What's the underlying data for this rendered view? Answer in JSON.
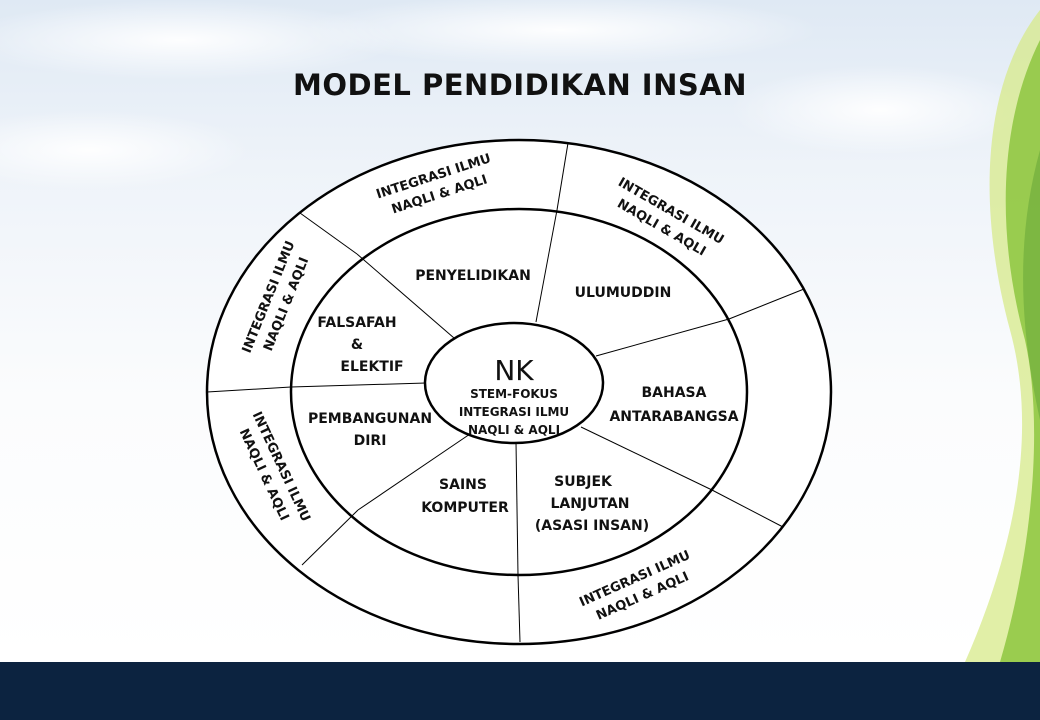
{
  "title": "MODEL PENDIDIKAN INSAN",
  "colors": {
    "footer": "#0c2340",
    "accent_green": "#8dc63f",
    "accent_light": "#d7e98a"
  },
  "center": {
    "main": "NK",
    "lines": [
      "STEM-FOKUS",
      "INTEGRASI ILMU",
      "NAQLI & AQLI"
    ]
  },
  "inner_ring": {
    "penyelidikan": [
      "PENYELIDIKAN"
    ],
    "ulumuddin": [
      "ULUMUDDIN"
    ],
    "falsafah": [
      "FALSAFAH",
      "&",
      "ELEKTIF"
    ],
    "bahasa": [
      "BAHASA",
      "ANTARABANGSA"
    ],
    "pembangunan": [
      "PEMBANGUNAN",
      "DIRI"
    ],
    "sains": [
      "SAINS",
      "KOMPUTER"
    ],
    "subjek": [
      "SUBJEK",
      "LANJUTAN",
      "(ASASI INSAN)"
    ]
  },
  "outer_ring": {
    "top": [
      "INTEGRASI ILMU",
      "NAQLI & AQLI"
    ],
    "top_right": [
      "INTEGRASI ILMU",
      "NAQLI & AQLI"
    ],
    "left_upper": [
      "INTEGRASI ILMU",
      "NAQLI & AQLI"
    ],
    "left_lower": [
      "INTEGRASI ILMU",
      "NAQLI & AQLI"
    ],
    "bottom": [
      "INTEGRASI ILMU",
      "NAQLI & AQLI"
    ]
  }
}
